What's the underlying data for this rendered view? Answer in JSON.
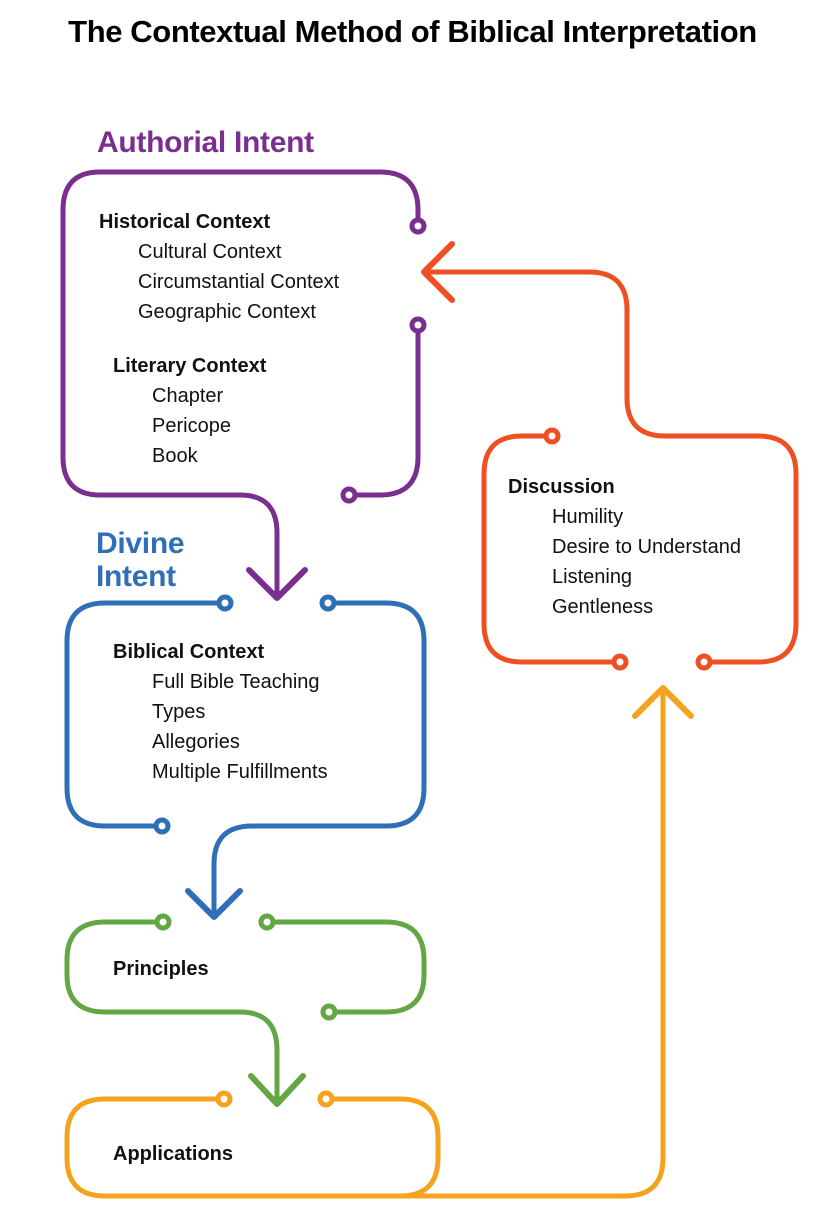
{
  "title": "The Contextual Method of Biblical Interpretation",
  "colors": {
    "authorial": "#7a2e8e",
    "divine": "#2f6fb7",
    "principles": "#62a744",
    "applications": "#f5a31f",
    "discussion": "#ee4f23",
    "text": "#111111"
  },
  "authorial_intent": {
    "heading": "Authorial Intent",
    "groups": [
      {
        "title": "Historical Context",
        "items": [
          "Cultural Context",
          "Circumstantial Context",
          "Geographic Context"
        ]
      },
      {
        "title": "Literary Context",
        "items": [
          "Chapter",
          "Pericope",
          "Book"
        ]
      }
    ]
  },
  "divine_intent": {
    "heading_line1": "Divine",
    "heading_line2": "Intent",
    "groups": [
      {
        "title": "Biblical Context",
        "items": [
          "Full Bible Teaching",
          "Types",
          "Allegories",
          "Multiple Fulfillments"
        ]
      }
    ]
  },
  "principles": {
    "title": "Principles"
  },
  "applications": {
    "title": "Applications"
  },
  "discussion": {
    "title": "Discussion",
    "items": [
      "Humility",
      "Desire to Understand",
      "Listening",
      "Gentleness"
    ]
  },
  "flow": [
    {
      "from": "Authorial Intent",
      "to": "Divine Intent"
    },
    {
      "from": "Divine Intent",
      "to": "Principles"
    },
    {
      "from": "Principles",
      "to": "Applications"
    },
    {
      "from": "Applications",
      "to": "Discussion"
    },
    {
      "from": "Discussion",
      "to": "Authorial Intent"
    }
  ]
}
